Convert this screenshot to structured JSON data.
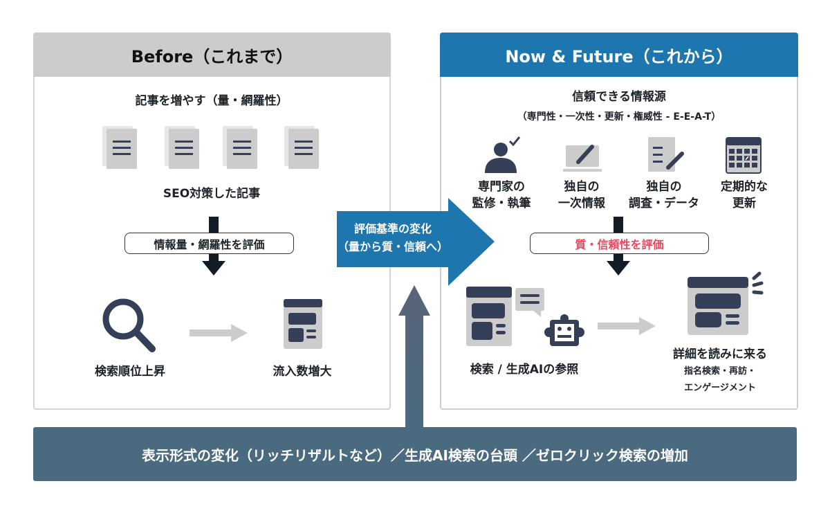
{
  "before": {
    "title": "Before（これまで）",
    "heading": "記事を増やす（量・網羅性）",
    "articles_label": "SEO対策した記事",
    "evaluation": "情報量・網羅性を評価",
    "result_left": "検索順位上昇",
    "result_right": "流入数増大"
  },
  "shift_arrow": {
    "line1": "評価基準の変化",
    "line2": "（量から質・信頼へ）"
  },
  "now": {
    "title": "Now & Future（これから）",
    "heading": "信頼できる情報源",
    "subheading": "（専門性・一次性・更新・権威性 - E-E-A-T）",
    "items": [
      {
        "line1": "専門家の",
        "line2": "監修・執筆",
        "icon": "expert-check-icon"
      },
      {
        "line1": "独自の",
        "line2": "一次情報",
        "icon": "laptop-pen-icon"
      },
      {
        "line1": "独自の",
        "line2": "調査・データ",
        "icon": "document-pen-icon"
      },
      {
        "line1": "定期的な",
        "line2": "更新",
        "icon": "calendar-icon"
      }
    ],
    "evaluation": "質・信頼性を評価",
    "result_left": "検索 / 生成AIの参照",
    "result_right_title": "詳細を読みに来る",
    "result_right_sub1": "指名検索・再訪・",
    "result_right_sub2": "エンゲージメント"
  },
  "banner": {
    "text": "表示形式の変化（リッチリザルトなど）／生成AI検索の台頭 ／ゼロクリック検索の増加"
  },
  "colors": {
    "icon_dark": "#353f57",
    "icon_gray": "#cccccc",
    "accent_blue": "#1d76ae",
    "banner": "#4a6a80",
    "highlight_red": "#e8475a"
  }
}
